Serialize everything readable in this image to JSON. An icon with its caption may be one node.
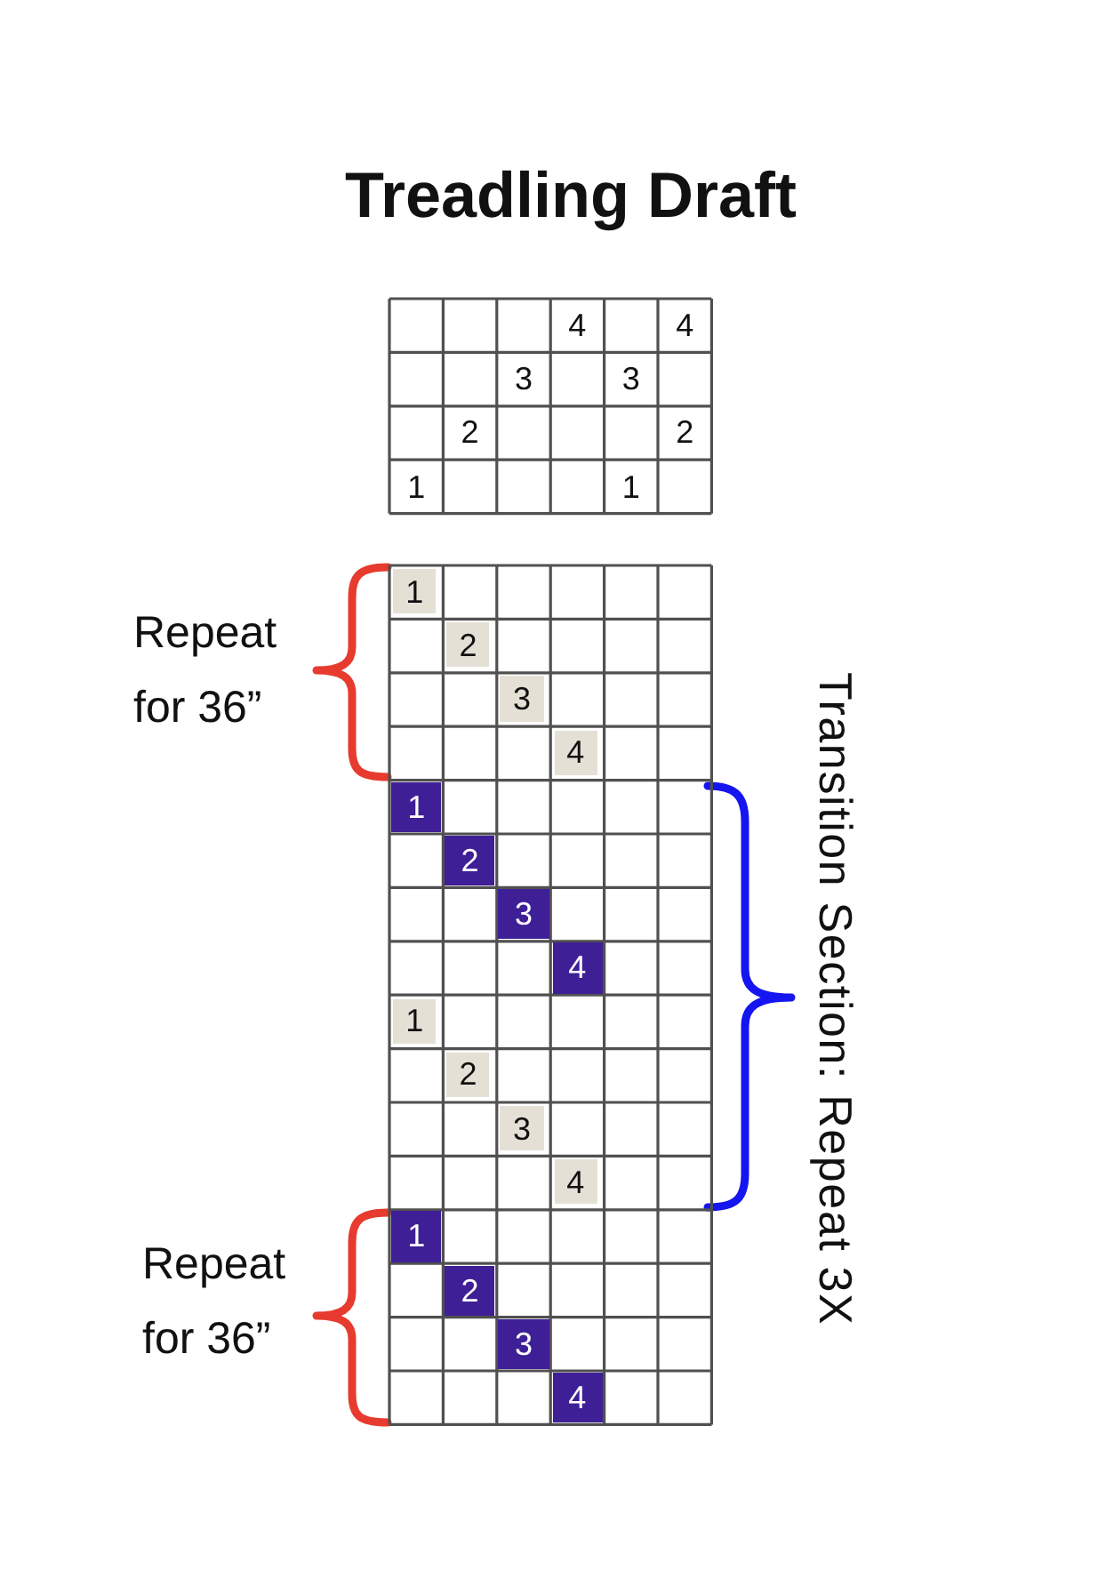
{
  "diagram": {
    "title": "Treadling Draft",
    "labels": [
      "4",
      "4",
      "3",
      "3",
      "2",
      "2",
      "1",
      "1",
      "Repeat for 36”",
      "1",
      "2",
      "3",
      "4",
      "Transition Section: Repeat 3X",
      "1",
      "2",
      "3",
      "4",
      "1",
      "2",
      "3",
      "4",
      "Repeat for 36”",
      "1",
      "2",
      "3",
      "4"
    ]
  }
}
